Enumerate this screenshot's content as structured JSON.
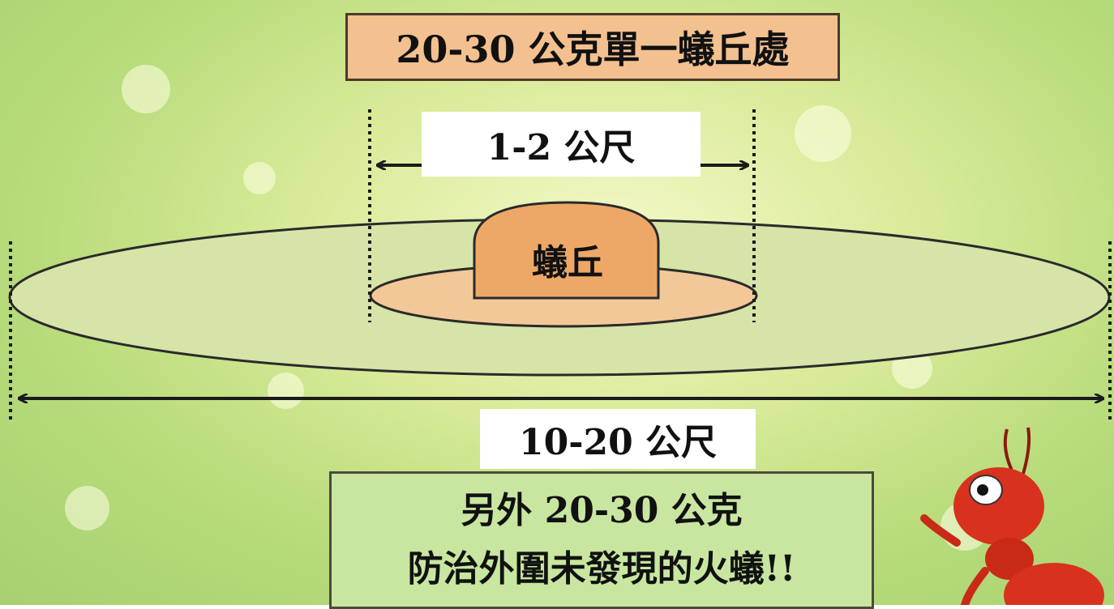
{
  "title": "20-30 公克單一蟻丘處",
  "inner_distance": "1-2 公尺",
  "mound_label": "蟻丘",
  "outer_distance": "10-20 公尺",
  "note": {
    "line1": "另外 20-30 公克",
    "line2": "防治外圍未發現的火蟻!!"
  },
  "colors": {
    "title_box": "#f3c08f",
    "mound": "#eda868",
    "inner_ring": "#f3c898",
    "outer_ring": "#d6e4a8",
    "note_box": "#c8e6a0"
  }
}
